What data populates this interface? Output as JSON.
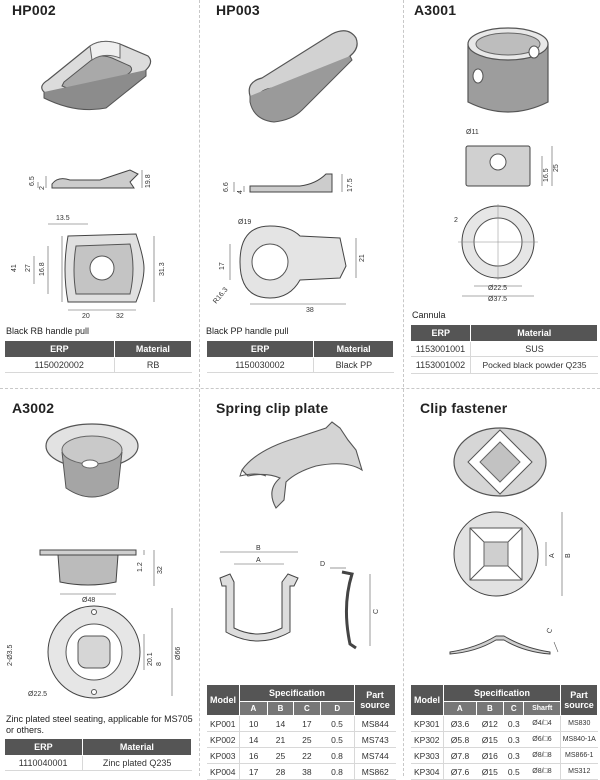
{
  "products": [
    {
      "id": "hp002",
      "title": "HP002",
      "description": "Black RB handle pull",
      "table": {
        "headers": [
          "ERP",
          "Material"
        ],
        "rows": [
          [
            "1150020002",
            "RB"
          ]
        ]
      }
    },
    {
      "id": "hp003",
      "title": "HP003",
      "description": "Black PP handle pull",
      "table": {
        "headers": [
          "ERP",
          "Material"
        ],
        "rows": [
          [
            "1150030002",
            "Black PP"
          ]
        ]
      }
    },
    {
      "id": "a3001",
      "title": "A3001",
      "description": "Cannula",
      "table": {
        "headers": [
          "ERP",
          "Material"
        ],
        "rows": [
          [
            "1153001001",
            "SUS"
          ],
          [
            "1153001002",
            "Pocked black powder Q235"
          ]
        ]
      }
    },
    {
      "id": "a3002",
      "title": "A3002",
      "description": "Zinc plated steel seating, applicable for MS705 or others.",
      "table": {
        "headers": [
          "ERP",
          "Material"
        ],
        "rows": [
          [
            "1110040001",
            "Zinc plated Q235"
          ]
        ]
      }
    },
    {
      "id": "spring-clip",
      "title": "Spring clip plate",
      "table": {
        "model": "Model",
        "spec": "Specification",
        "part": "Part source",
        "sub": [
          "A",
          "B",
          "C",
          "D"
        ],
        "rows": [
          [
            "KP001",
            "10",
            "14",
            "17",
            "0.5",
            "MS844"
          ],
          [
            "KP002",
            "14",
            "21",
            "25",
            "0.5",
            "MS743"
          ],
          [
            "KP003",
            "16",
            "25",
            "22",
            "0.8",
            "MS744"
          ],
          [
            "KP004",
            "17",
            "28",
            "38",
            "0.8",
            "MS862"
          ]
        ]
      }
    },
    {
      "id": "clip-fastener",
      "title": "Clip fastener",
      "table": {
        "model": "Model",
        "spec": "Specification",
        "part": "Part source",
        "sub": [
          "A",
          "B",
          "C",
          "Sharft"
        ],
        "rows": [
          [
            "KP301",
            "Ø3.6",
            "Ø12",
            "0.3",
            "Ø4/□4",
            "MS830"
          ],
          [
            "KP302",
            "Ø5.8",
            "Ø15",
            "0.3",
            "Ø6/□6",
            "MS840-1A"
          ],
          [
            "KP303",
            "Ø7.8",
            "Ø16",
            "0.3",
            "Ø8/□8",
            "MS866-1"
          ],
          [
            "KP304",
            "Ø7.6",
            "Ø15",
            "0.5",
            "Ø8/□8",
            "MS312"
          ]
        ]
      }
    }
  ],
  "dims": {
    "hp002": {
      "h1": "6.5",
      "h2": "2",
      "h3": "19.8",
      "top": "13.5",
      "l1": "41",
      "l2": "27",
      "l3": "16.8",
      "r": "31.3",
      "b1": "20",
      "b2": "32"
    },
    "hp003": {
      "h1": "6.6",
      "h2": "4",
      "h3": "17.5",
      "d": "Ø19",
      "l": "17",
      "r": "21",
      "rad": "R16.3",
      "b": "38"
    },
    "a3001": {
      "d1": "Ø11",
      "h1": "16.5",
      "h2": "25",
      "r": "2",
      "d2": "Ø22.5",
      "d3": "Ø37.5"
    },
    "a3002": {
      "h1": "1.2",
      "h2": "32",
      "d": "Ø48",
      "l1": "2-Ø3.5",
      "i": "20.1",
      "o": "Ø66",
      "d2": "Ø22.5",
      "s": "8"
    },
    "spring": {
      "b": "B",
      "a": "A",
      "d": "D",
      "c": "C"
    },
    "clip": {
      "a": "A",
      "b": "B",
      "c": "C"
    }
  }
}
